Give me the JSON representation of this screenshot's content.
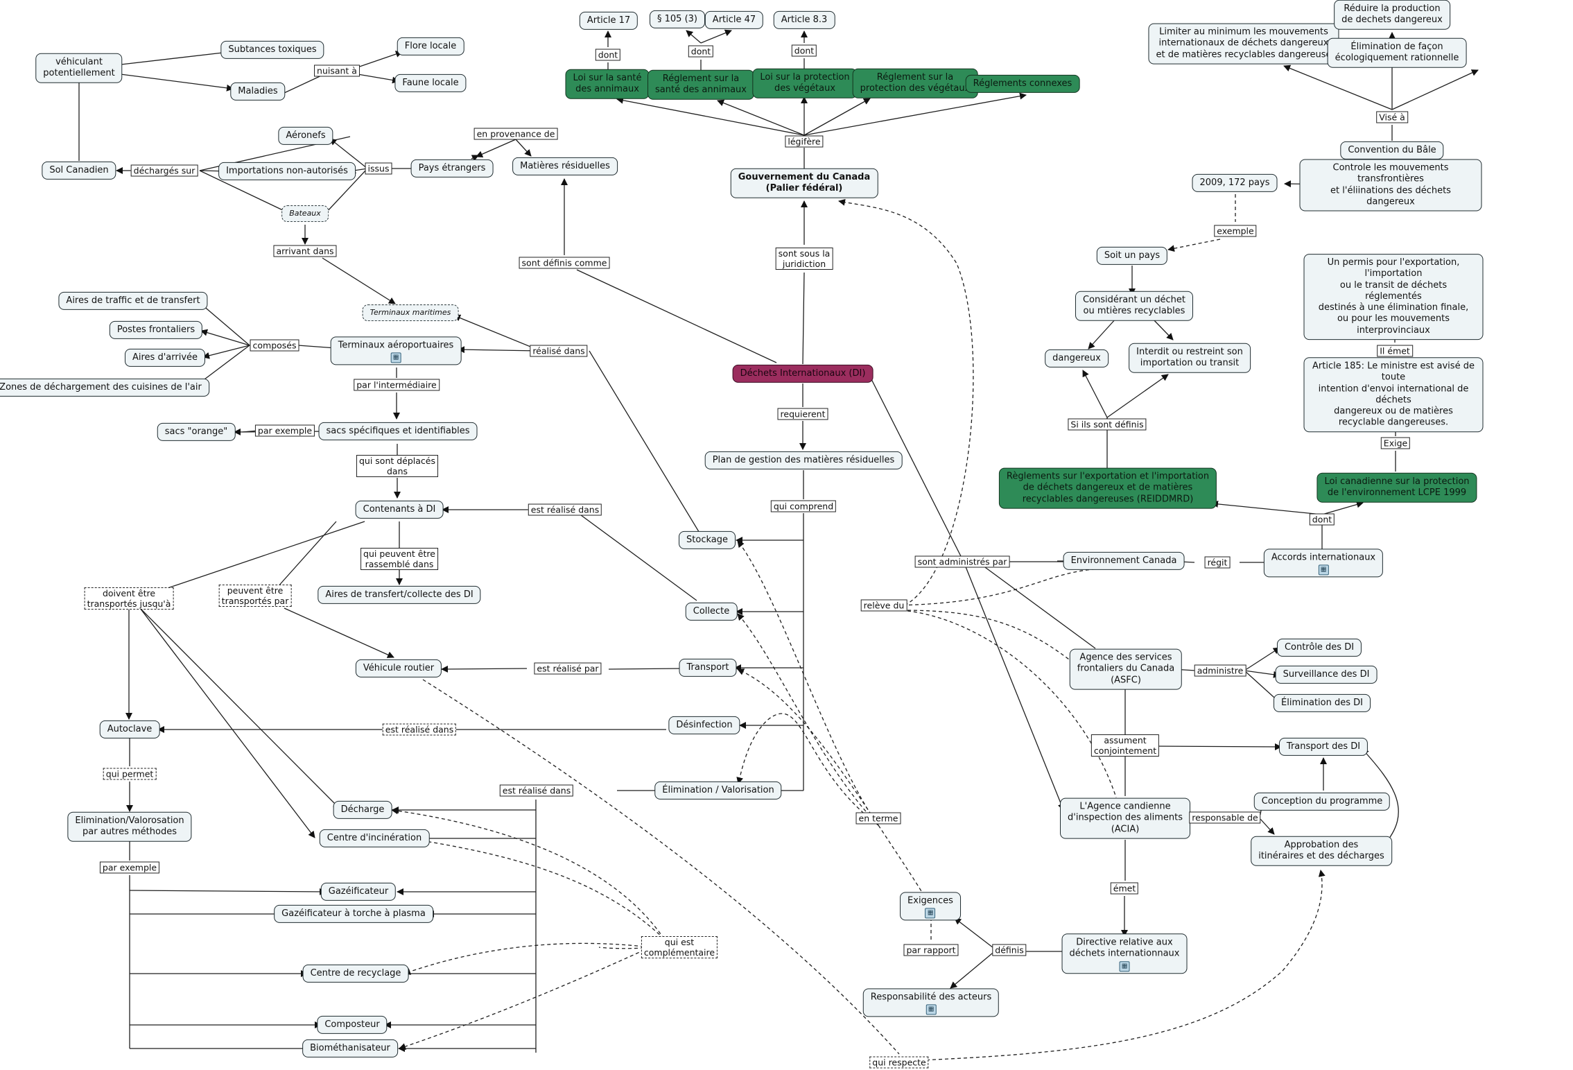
{
  "concepts": {
    "vehiculant": "véhiculant\npotentiellement",
    "sol_canadien": "Sol Canadien",
    "substances": "Subtances toxiques",
    "maladies": "Maladies",
    "flore": "Flore locale",
    "faune": "Faune locale",
    "aeronefs": "Aéronefs",
    "importations": "Importations non-autorisés",
    "bateaux": "Bateaux",
    "pays_etrangers": "Pays étrangers",
    "matieres_residuelles": "Matières résiduelles",
    "terminaux_maritimes": "Terminaux maritimes",
    "aires_traffic": "Aires de traffic et de transfert",
    "postes_frontaliers": "Postes frontaliers",
    "aires_arrivee": "Aires d'arrivée",
    "zones_dechargement": "Zones de déchargement des cuisines de l'air",
    "terminaux_aeroportuaires": "Terminaux aéroportuaires",
    "sacs_specifiques": "sacs spécifiques et identifiables",
    "sacs_orange": "sacs \"orange\"",
    "contenants": "Contenants à DI",
    "aires_transfert_collecte": "Aires de transfert/collecte des DI",
    "vehicule_routier": "Véhicule routier",
    "autoclave": "Autoclave",
    "elimination_valorisation_autres": "Elimination/Valorosation\npar autres méthodes",
    "decharge": "Décharge",
    "centre_incineration": "Centre d'incinération",
    "gazeificateur": "Gazéificateur",
    "gazeificateur_plasma": "Gazéificateur à torche à plasma",
    "centre_recyclage": "Centre de recyclage",
    "composteur": "Composteur",
    "biomethanisateur": "Biométhanisateur",
    "article17": "Article 17",
    "s105": "§ 105 (3)",
    "article47": "Article 47",
    "article83": "Article 8.3",
    "loi_sante_animaux": "Loi sur la santé\ndes annimaux",
    "reglement_sante_animaux": "Réglement sur la\nsanté des annimaux",
    "loi_protection_vegetaux": "Loi sur la protection\ndes végétaux",
    "reglement_protection_vegetaux": "Réglement sur la\nprotection des végétaux",
    "reglements_connexes": "Réglements connexes",
    "gouvernement": "Gouvernement du Canada\n(Palier fédéral)",
    "dechets_internationaux": "Déchets Internationaux (DI)",
    "plan_gestion": "Plan de gestion des matières résiduelles",
    "stockage": "Stockage",
    "collecte": "Collecte",
    "transport": "Transport",
    "desinfection": "Désinfection",
    "elimination_valorisation": "Élimination / Valorisation",
    "exigences": "Exigences",
    "responsabilite": "Responsabilité des acteurs",
    "directive": "Directive relative aux\ndéchets internationnaux",
    "acia": "L'Agence candienne\nd'inspection des aliments\n(ACIA)",
    "asfc": "Agence des services\nfrontaliers du Canada\n(ASFC)",
    "environnement_canada": "Environnement Canada",
    "accords": "Accords internationaux",
    "controle_di": "Contrôle des DI",
    "surveillance_di": "Surveillance des DI",
    "elimination_di": "Élimination des DI",
    "transport_di": "Transport des DI",
    "conception": "Conception du programme",
    "approbation": "Approbation des\nitinéraires et des décharges",
    "reiddmrd": "Règlements sur l'exportation et l'importation\nde déchets dangereux et de matières\nrecyclables dangereuses (REIDDMRD)",
    "lcpe": "Loi canadienne sur la protection\nde l'environnement LCPE 1999",
    "article185": "Article 185: Le ministre est avisé de toute\nintention d'envoi international de déchets\ndangereux ou de matières recyclable dangereuses.",
    "permis": "Un permis pour l'exportation, l'importation\nou le transit de déchets réglementés\ndestinés à une élimination finale,\nou pour les mouvements interprovinciaux",
    "soit_pays": "Soit un pays",
    "considerant": "Considérant un  déchet\nou mtières recyclables",
    "dangereux": "dangereux",
    "interdit": "Interdit ou restreint son\nimportation ou transit",
    "annee_pays": "2009, 172 pays",
    "controle_mouvements": "Controle les mouvements transfrontières\net l'éliinations des déchets dangereux",
    "convention_bale": "Convention du Bâle",
    "limiter": "Limiter au minimum les mouvements\ninternationaux de déchets dangereux\net de matières recyclables dangereuse",
    "reduire": "Réduire la production\nde dechets dangereux",
    "elimination_facon": "Élimination de façon\nécologiquement rationnelle"
  },
  "phrases": {
    "nuisant": "nuisant à",
    "decharges_sur": "déchargés sur",
    "issus": "issus",
    "en_provenance": "en provenance de",
    "arrivant": "arrivant dans",
    "composes": "composés",
    "par_intermediaire": "par l'intermédiaire",
    "par_exemple_sacs": "par exemple",
    "deplaces": "qui sont déplacés\ndans",
    "rassemble": "qui peuvent être\nrassemblé dans",
    "doivent": "doivent être\ntransportés jusqu'à",
    "peuvent": "peuvent être\ntransportés par",
    "qui_permet": "qui permet",
    "par_exemple_methodes": "par exemple",
    "est_realise_dans_autoclave": "est réalisé dans",
    "est_realise_par": "est réalisé par",
    "est_realise_dans_contenants": "est réalisé dans",
    "est_realise_dans_elim": "est réalisé dans",
    "realise_dans_terminaux": "réalisé dans",
    "sont_definis": "sont définis comme",
    "sont_sous": "sont sous la\njuridiction",
    "legifere": "légifère",
    "dont1": "dont",
    "dont2": "dont",
    "dont3": "dont",
    "requierent": "requierent",
    "qui_comprend": "qui comprend",
    "qui_est_complementaire": "qui est\ncomplémentaire",
    "en_terme": "en terme",
    "qui_respecte": "qui respecte",
    "definis": "définis",
    "par_rapport": "par rapport",
    "emet": "émet",
    "releve_du": "relève du",
    "sont_administres": "sont administrés par",
    "regit": "régit",
    "administre": "administre",
    "assument": "assument\nconjointement",
    "responsable_de": "responsable de",
    "dont_lcpe": "dont",
    "exige": "Exige",
    "il_emet": "Il émet",
    "si_definis": "Si ils sont définis",
    "exemple": "exemple",
    "vise_a": "Visé à"
  },
  "colors": {
    "concept_fill": "#eef4f6",
    "law_green": "#2e8b57",
    "di_maroon": "#9b2d5e",
    "line": "#1f1f1f"
  }
}
